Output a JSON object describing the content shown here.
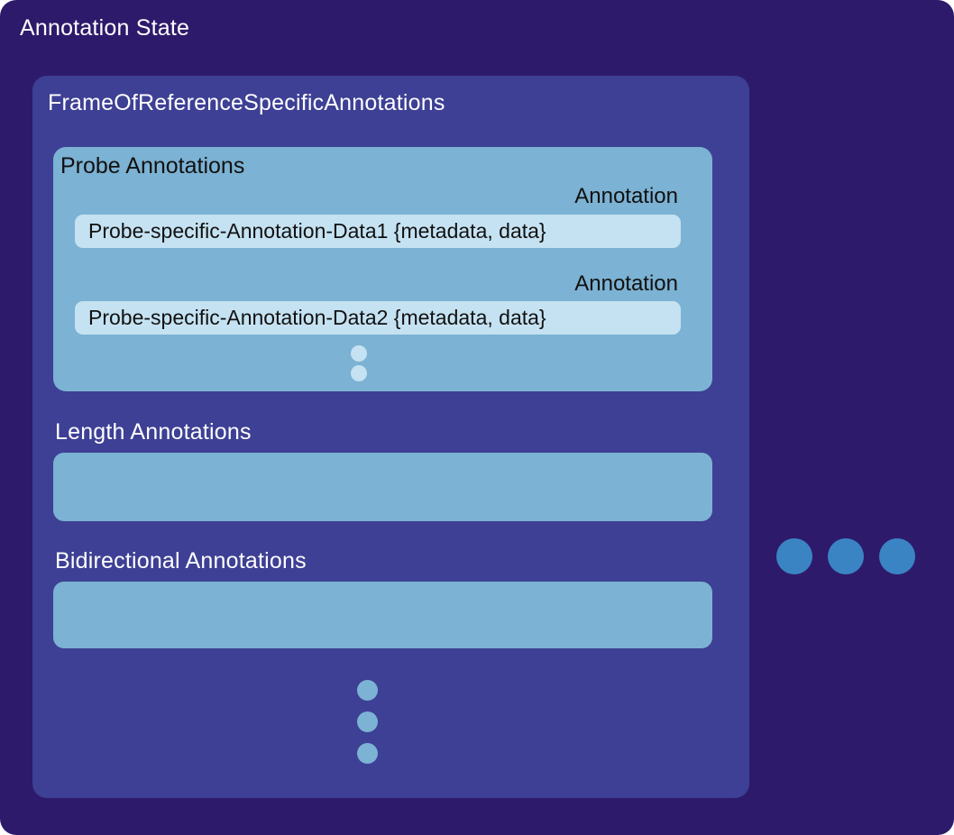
{
  "colors": {
    "outer_background": "#2e1a6b",
    "frame_background": "#3d4094",
    "section_background": "#7cb2d3",
    "pill_background": "#c5e2f2",
    "accent_dot": "#3a84c4",
    "light_text": "#ffffff",
    "dark_text": "#111111"
  },
  "diagram": {
    "title": "Annotation State",
    "frame": {
      "title": "FrameOfReferenceSpecificAnnotations",
      "probe": {
        "label": "Probe Annotations",
        "entries": [
          {
            "type_label": "Annotation",
            "value": "Probe-specific-Annotation-Data1 {metadata, data}"
          },
          {
            "type_label": "Annotation",
            "value": "Probe-specific-Annotation-Data2 {metadata, data}"
          }
        ],
        "more_icon": "vertical-ellipsis"
      },
      "length": {
        "label": "Length Annotations"
      },
      "bidirectional": {
        "label": "Bidirectional Annotations"
      },
      "more_sections_icon": "vertical-ellipsis"
    },
    "more_frames_icon": "horizontal-ellipsis"
  }
}
